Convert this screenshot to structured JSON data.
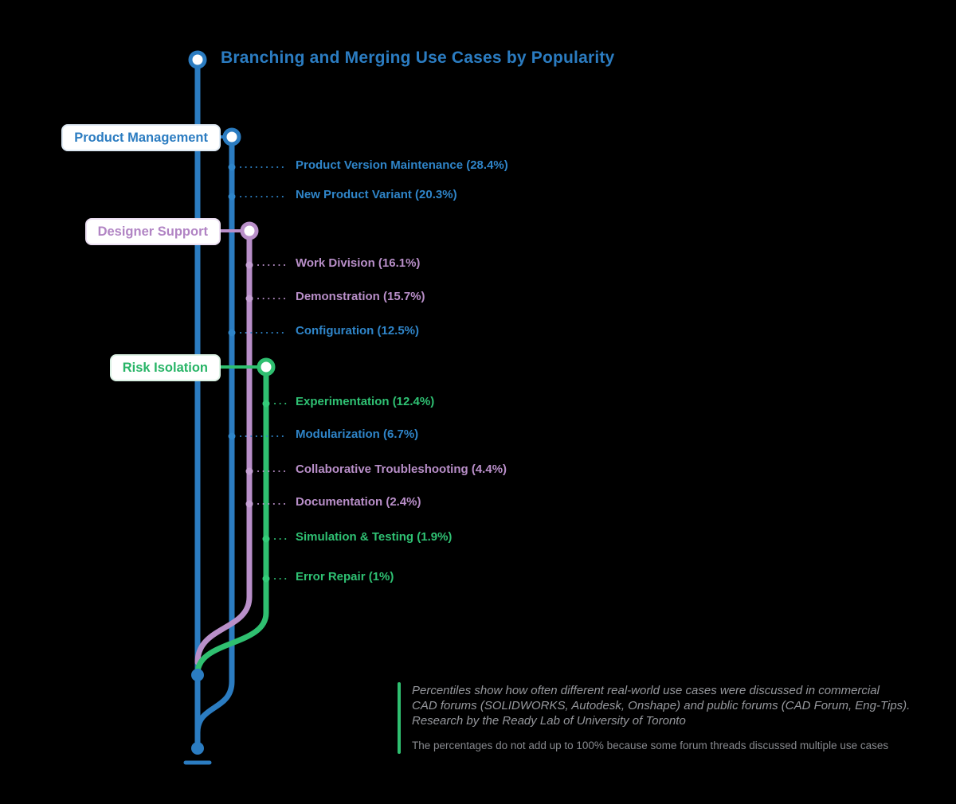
{
  "title": "Branching and Merging Use Cases by Popularity",
  "colors": {
    "background": "#000000",
    "blue": "#2b7cc1",
    "purple": "#b98fc9",
    "green": "#2fbf70",
    "footnote_bar": "#2fbf70",
    "footnote_text": "#96989d"
  },
  "branches": [
    {
      "label": "Product Management",
      "color": "#2b7cc1"
    },
    {
      "label": "Designer Support",
      "color": "#b98fc9"
    },
    {
      "label": "Risk Isolation",
      "color": "#2fbf70"
    }
  ],
  "commits": [
    {
      "label": "Product Version Maintenance (28.4%)",
      "branch": "Product Management",
      "percent": 28.4
    },
    {
      "label": "New Product Variant (20.3%)",
      "branch": "Product Management",
      "percent": 20.3
    },
    {
      "label": "Work Division (16.1%)",
      "branch": "Designer Support",
      "percent": 16.1
    },
    {
      "label": "Demonstration (15.7%)",
      "branch": "Designer Support",
      "percent": 15.7
    },
    {
      "label": "Configuration (12.5%)",
      "branch": "Product Management",
      "percent": 12.5
    },
    {
      "label": "Experimentation (12.4%)",
      "branch": "Risk Isolation",
      "percent": 12.4
    },
    {
      "label": "Modularization (6.7%)",
      "branch": "Product Management",
      "percent": 6.7
    },
    {
      "label": "Collaborative Troubleshooting (4.4%)",
      "branch": "Designer Support",
      "percent": 4.4
    },
    {
      "label": "Documentation (2.4%)",
      "branch": "Designer Support",
      "percent": 2.4
    },
    {
      "label": "Simulation & Testing (1.9%)",
      "branch": "Risk Isolation",
      "percent": 1.9
    },
    {
      "label": "Error Repair (1%)",
      "branch": "Risk Isolation",
      "percent": 1.0
    }
  ],
  "footnote": {
    "primary_lines": [
      "Percentiles show how often different real-world use cases were discussed in commercial",
      "CAD forums (SOLIDWORKS, Autodesk, Onshape) and public forums (CAD Forum, Eng-Tips).",
      "Research by the Ready Lab of University of Toronto"
    ],
    "secondary": "The percentages do not add up to 100% because some forum threads discussed multiple use cases"
  }
}
